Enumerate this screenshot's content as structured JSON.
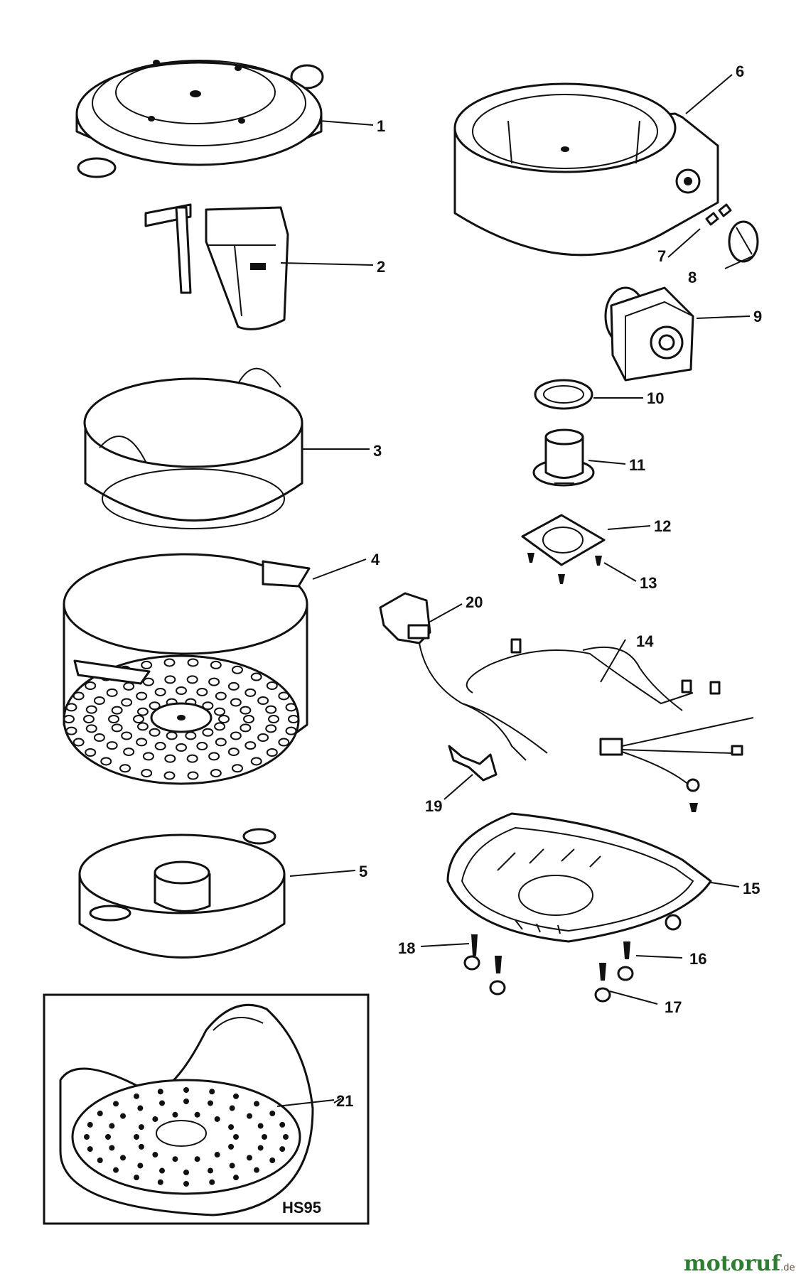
{
  "part_labels": [
    "1",
    "2",
    "3",
    "4",
    "5",
    "6",
    "7",
    "8",
    "9",
    "10",
    "11",
    "12",
    "13",
    "14",
    "15",
    "16",
    "17",
    "18",
    "19",
    "20",
    "21"
  ],
  "inset_model": "HS95",
  "watermark": {
    "main": "motoruf",
    "suffix": ".de",
    "color_primary": "#2e7d32",
    "color_secondary": "#6d4c41"
  }
}
